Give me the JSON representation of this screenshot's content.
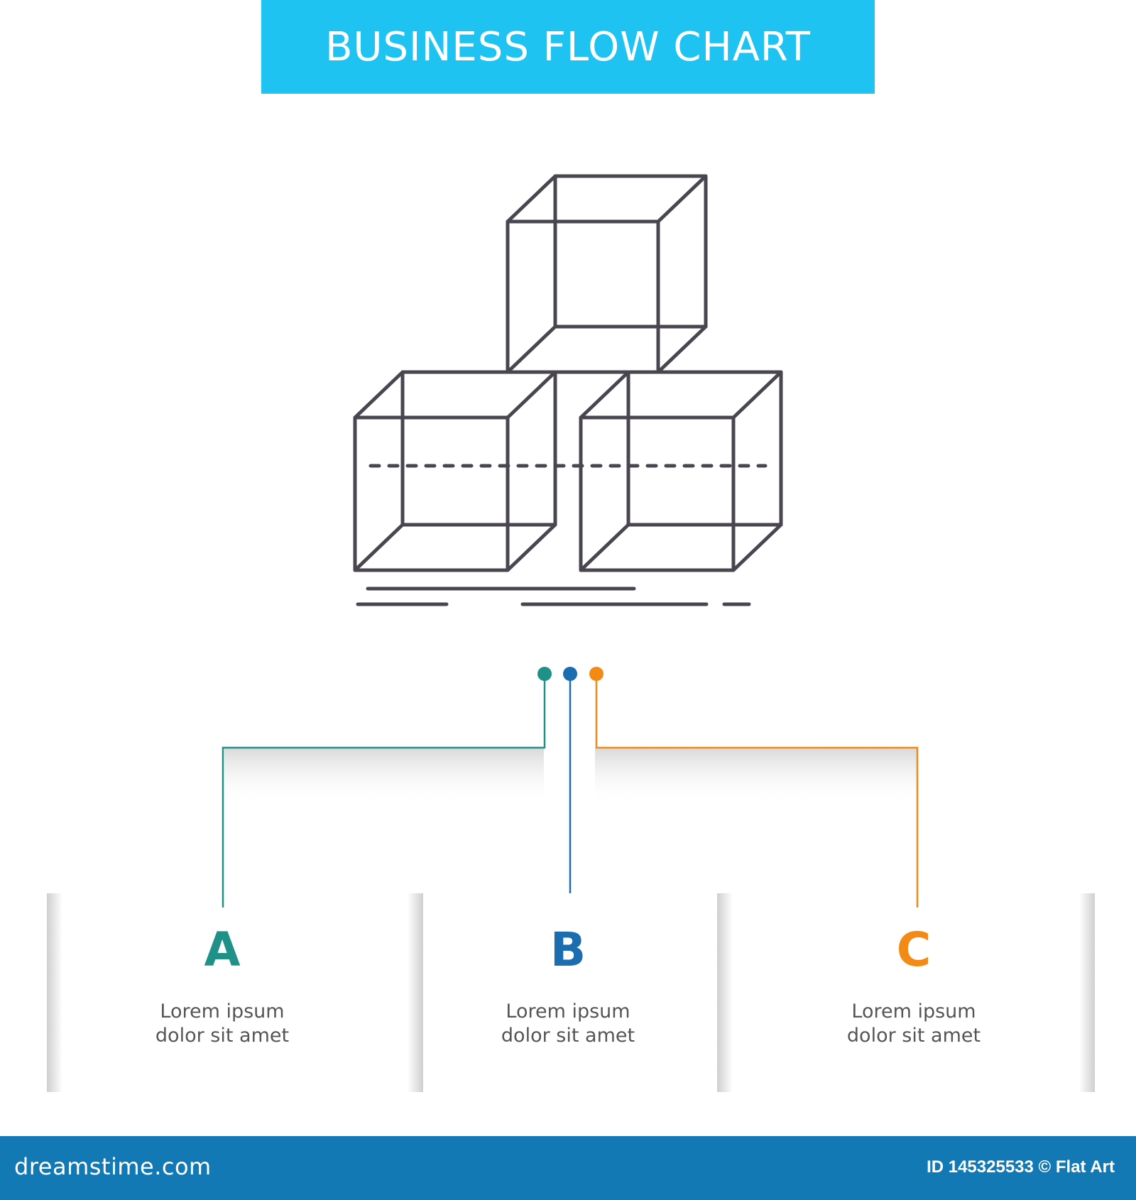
{
  "title": "BUSINESS FLOW CHART",
  "colors": {
    "banner": "#1ec3f2",
    "footer": "#1279b5",
    "icon_stroke": "#4a4650",
    "a": "#1f9187",
    "b": "#1c6db0",
    "c": "#f28a15"
  },
  "icon": "stacked-cubes-icon",
  "options": [
    {
      "letter": "A",
      "line1": "Lorem ipsum",
      "line2": "dolor sit amet"
    },
    {
      "letter": "B",
      "line1": "Lorem ipsum",
      "line2": "dolor sit amet"
    },
    {
      "letter": "C",
      "line1": "Lorem ipsum",
      "line2": "dolor sit amet"
    }
  ],
  "footer": {
    "brand": "dreamstime.com",
    "id_text": "ID 145325533 © Flat Art"
  }
}
